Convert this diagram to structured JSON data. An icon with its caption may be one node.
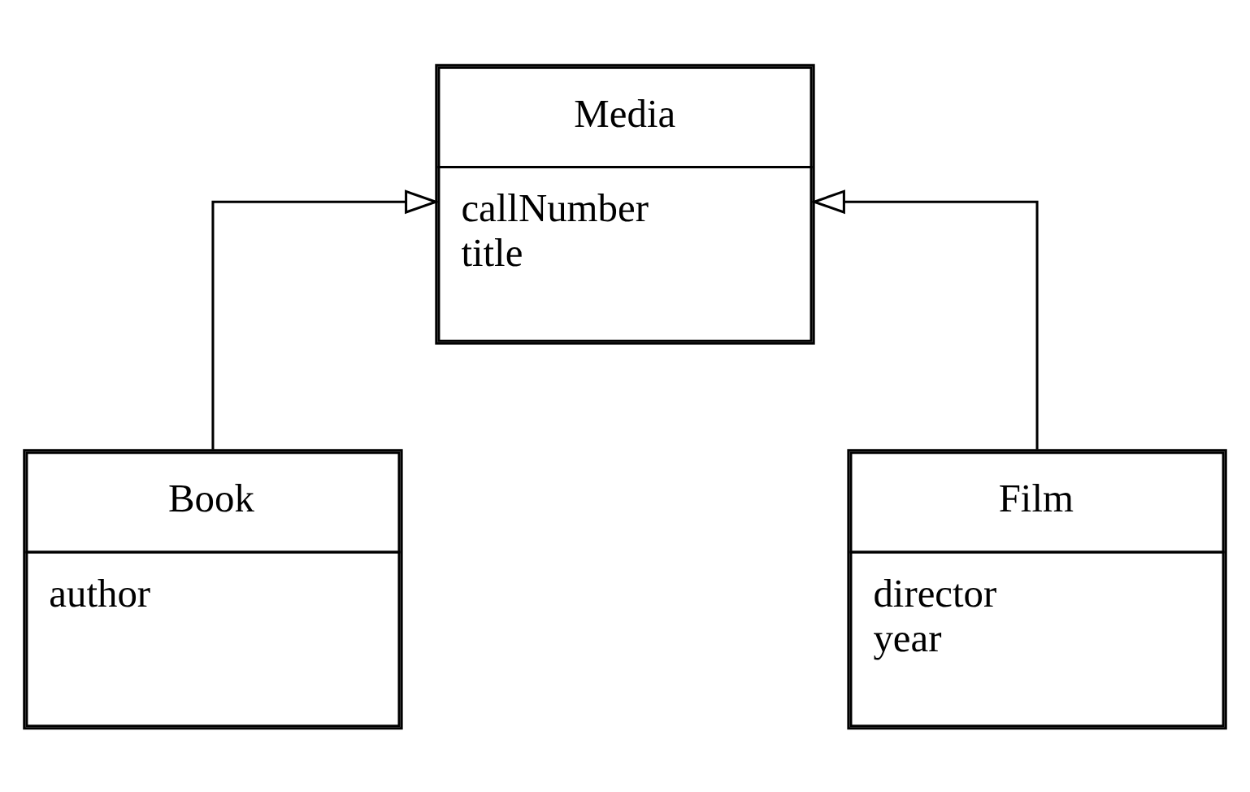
{
  "diagram": {
    "nodes": [
      {
        "text": [
          "Media",
          "callNumber title"
        ]
      },
      {
        "text": [
          "Book",
          "author"
        ]
      },
      {
        "text": [
          "Film",
          "director year"
        ]
      }
    ],
    "edges": [
      {
        "from": 1,
        "to": 0,
        "arrow": "to"
      },
      {
        "from": 2,
        "to": 0,
        "arrow": "to"
      }
    ]
  }
}
